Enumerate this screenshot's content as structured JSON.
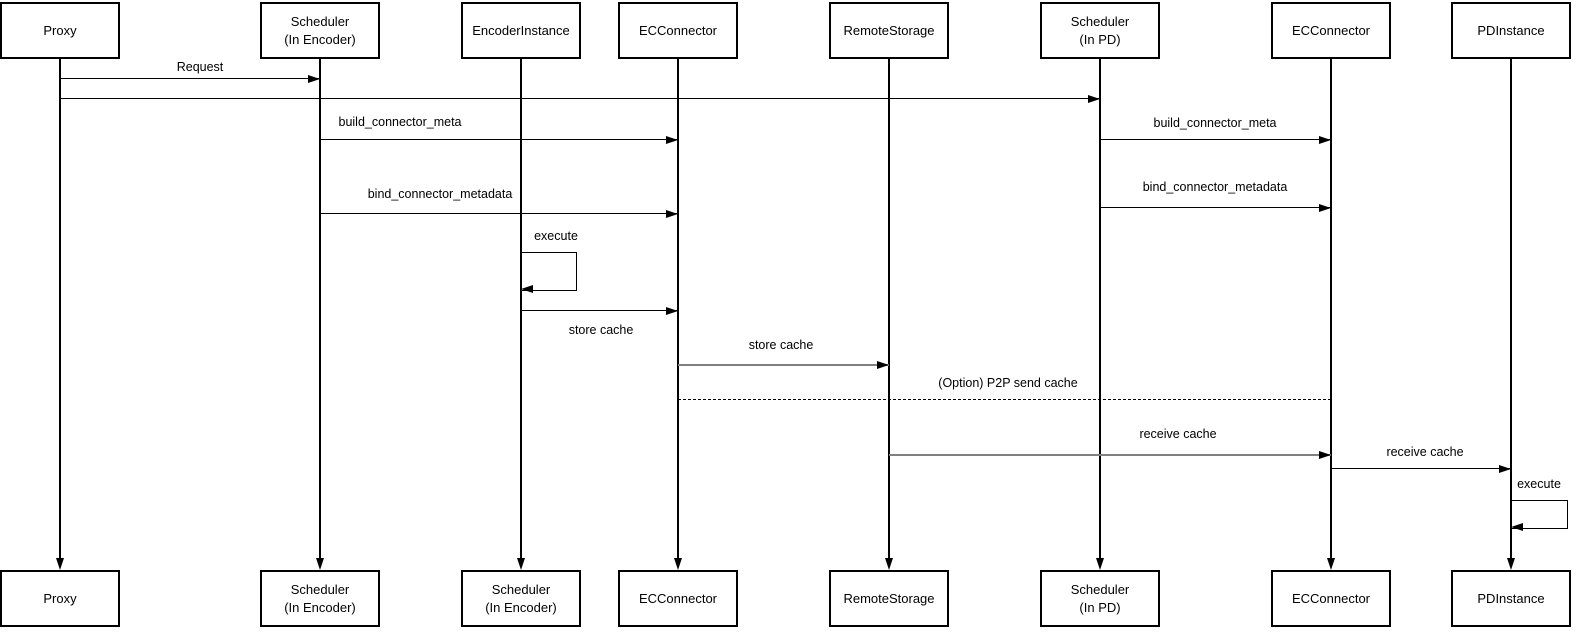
{
  "diagram": {
    "kind": "uml-sequence-diagram",
    "background_color": "#ffffff",
    "line_color": "#000000",
    "secondary_line_color": "#808080",
    "text_color": "#000000"
  },
  "participants": [
    {
      "id": "proxy",
      "top_label": "Proxy",
      "bottom_label": "Proxy"
    },
    {
      "id": "scheduler-in-encoder",
      "top_label": "Scheduler\n(In Encoder)",
      "bottom_label": "Scheduler\n(In Encoder)"
    },
    {
      "id": "encoder-instance",
      "top_label": "EncoderInstance",
      "bottom_label": "Scheduler\n(In Encoder)"
    },
    {
      "id": "ec-connector-encoder",
      "top_label": "ECConnector",
      "bottom_label": "ECConnector"
    },
    {
      "id": "remote-storage",
      "top_label": "RemoteStorage",
      "bottom_label": "RemoteStorage"
    },
    {
      "id": "scheduler-in-pd",
      "top_label": "Scheduler\n(In PD)",
      "bottom_label": "Scheduler\n(In PD)"
    },
    {
      "id": "ec-connector-pd",
      "top_label": "ECConnector",
      "bottom_label": "ECConnector"
    },
    {
      "id": "pd-instance",
      "top_label": "PDInstance",
      "bottom_label": "PDInstance"
    }
  ],
  "messages": [
    {
      "label": "Request",
      "from": "Proxy",
      "to": "Scheduler (In Encoder)",
      "style": "solid",
      "color": "#000000"
    },
    {
      "label": "",
      "from": "Proxy",
      "to": "Scheduler (In PD)",
      "style": "solid",
      "color": "#000000"
    },
    {
      "label": "build_connector_meta",
      "from": "Scheduler (In Encoder)",
      "to": "ECConnector",
      "style": "solid",
      "color": "#000000"
    },
    {
      "label": "bind_connector_metadata",
      "from": "Scheduler (In Encoder)",
      "to": "ECConnector",
      "style": "solid",
      "color": "#000000"
    },
    {
      "label": "build_connector_meta",
      "from": "Scheduler (In PD)",
      "to": "ECConnector",
      "style": "solid",
      "color": "#000000"
    },
    {
      "label": "bind_connector_metadata",
      "from": "Scheduler (In PD)",
      "to": "ECConnector",
      "style": "solid",
      "color": "#000000"
    },
    {
      "label": "execute",
      "from": "EncoderInstance",
      "to": "EncoderInstance",
      "style": "self",
      "color": "#000000"
    },
    {
      "label": "store cache",
      "from": "EncoderInstance",
      "to": "ECConnector",
      "style": "solid",
      "color": "#000000",
      "label_position": "below"
    },
    {
      "label": "store cache",
      "from": "ECConnector",
      "to": "RemoteStorage",
      "style": "solid",
      "color": "#808080"
    },
    {
      "label": "(Option) P2P send cache",
      "from": "ECConnector",
      "to": "ECConnector",
      "style": "dashed",
      "color": "#000000",
      "arrowhead": false
    },
    {
      "label": "receive cache",
      "from": "RemoteStorage",
      "to": "ECConnector",
      "style": "solid",
      "color": "#808080"
    },
    {
      "label": "receive cache",
      "from": "ECConnector",
      "to": "PDInstance",
      "style": "solid",
      "color": "#000000"
    },
    {
      "label": "execute",
      "from": "PDInstance",
      "to": "PDInstance",
      "style": "self",
      "color": "#000000"
    }
  ]
}
